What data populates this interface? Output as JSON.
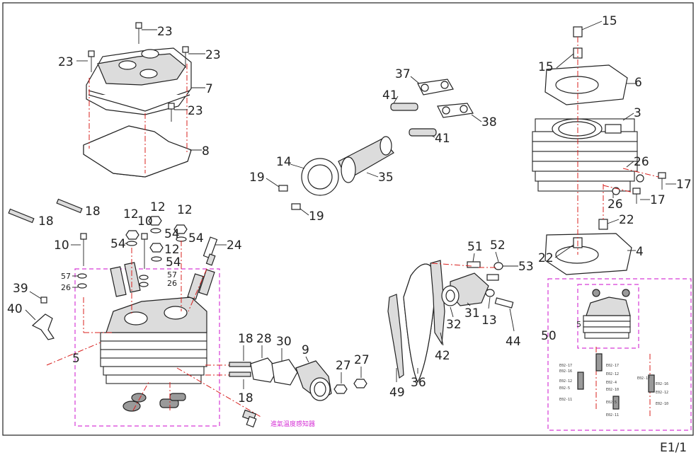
{
  "sheet_label": "E1/1",
  "sensor_note": "進氣溫度感知器",
  "labels": {
    "p23a": "23",
    "p23b": "23",
    "p23c": "23",
    "p23d": "23",
    "p7": "7",
    "p8": "8",
    "p15a": "15",
    "p15b": "15",
    "p6": "6",
    "p3": "3",
    "p26a": "26",
    "p26b": "26",
    "p17a": "17",
    "p17b": "17",
    "p22a": "22",
    "p22b": "22",
    "p4": "4",
    "p37": "37",
    "p41a": "41",
    "p41b": "41",
    "p38": "38",
    "p14": "14",
    "p35": "35",
    "p19a": "19",
    "p19b": "19",
    "p18a": "18",
    "p18b": "18",
    "p10a": "10",
    "p10b": "10",
    "p12a": "12",
    "p12b": "12",
    "p12c": "12",
    "p12d": "12",
    "p54a": "54",
    "p54b": "54",
    "p54c": "54",
    "p54d": "54",
    "p24": "24",
    "p57a": "57",
    "p57b": "57",
    "p26c": "26",
    "p26d": "26",
    "p39": "39",
    "p40": "40",
    "p5": "5",
    "p18c": "18",
    "p28": "28",
    "p30": "30",
    "p9": "9",
    "p27a": "27",
    "p27b": "27",
    "p18d": "18",
    "p51": "51",
    "p52": "52",
    "p53": "53",
    "p31": "31",
    "p32": "32",
    "p13": "13",
    "p44": "44",
    "p42": "42",
    "p49": "49",
    "p36": "36",
    "p50": "50",
    "p5b": "5"
  },
  "inset_codes": {
    "c1": "E02-17",
    "c2": "E02-16",
    "c3": "E02-12",
    "c4": "E02-5",
    "c5": "E02-10",
    "c6": "E02-11",
    "c7": "E02-17",
    "c8": "E02-12",
    "c9": "E02-4",
    "c10": "E02-10",
    "c11": "E02-17",
    "c12": "E02-16",
    "c13": "E02-12",
    "c14": "E02-5",
    "c15": "E02-11"
  }
}
